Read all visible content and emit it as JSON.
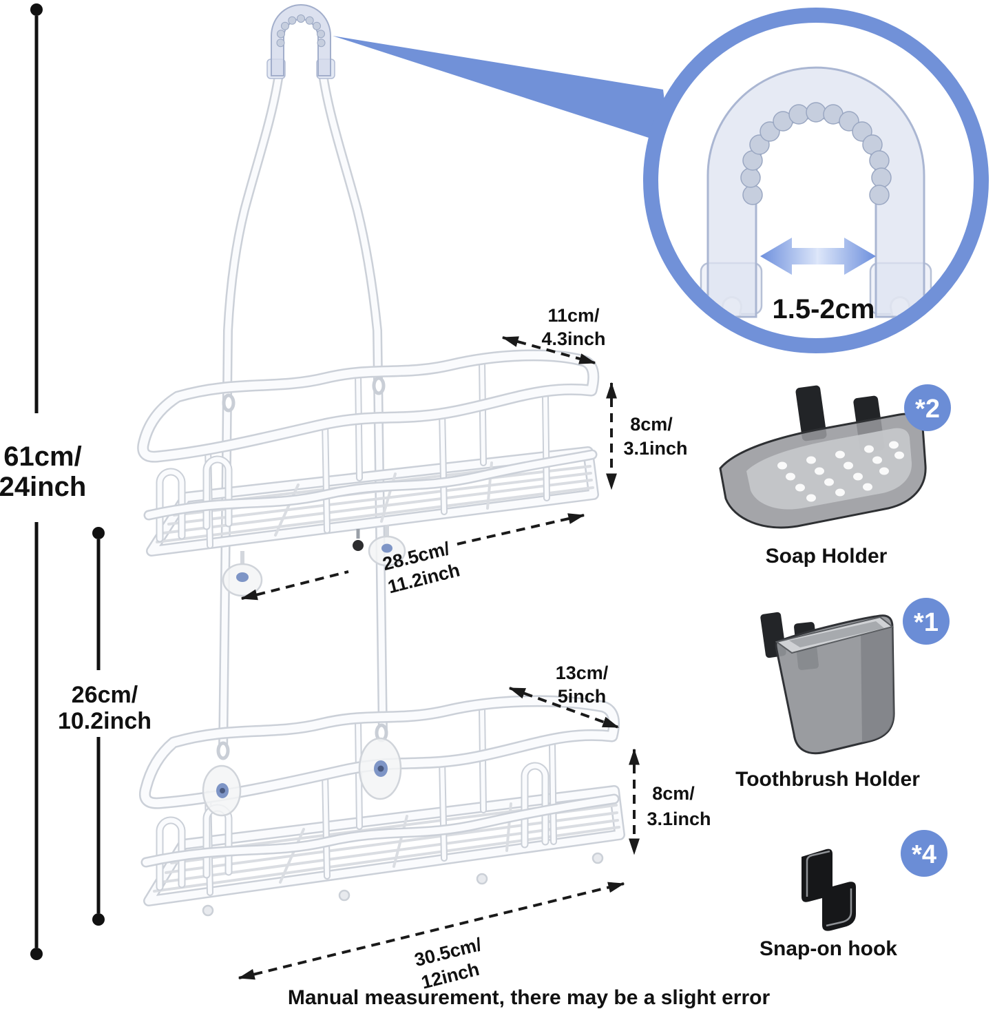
{
  "colors": {
    "accent_blue": "#6b8dd6",
    "ring_blue": "#7191d8",
    "suction_blue": "#7e95c6"
  },
  "dimensions": {
    "total_height": {
      "line1": "61cm/",
      "line2": "24inch"
    },
    "tier_gap": {
      "line1": "26cm/",
      "line2": "10.2inch"
    },
    "upper_depth": {
      "line1": "11cm/",
      "line2": "4.3inch"
    },
    "upper_height": {
      "line1": "8cm/",
      "line2": "3.1inch"
    },
    "upper_length": {
      "line1": "28.5cm/",
      "line2": "11.2inch"
    },
    "lower_depth": {
      "line1": "13cm/",
      "line2": "5inch"
    },
    "lower_height": {
      "line1": "8cm/",
      "line2": "3.1inch"
    },
    "lower_length": {
      "line1": "30.5cm/",
      "line2": "12inch"
    },
    "hook_clamp_range": "1.5-2cm"
  },
  "accessories": [
    {
      "label": "Soap Holder",
      "quantity": "*2"
    },
    {
      "label": "Toothbrush Holder",
      "quantity": "*1"
    },
    {
      "label": "Snap-on hook",
      "quantity": "*4"
    }
  ],
  "footnote": "Manual measurement, there may be a slight error"
}
